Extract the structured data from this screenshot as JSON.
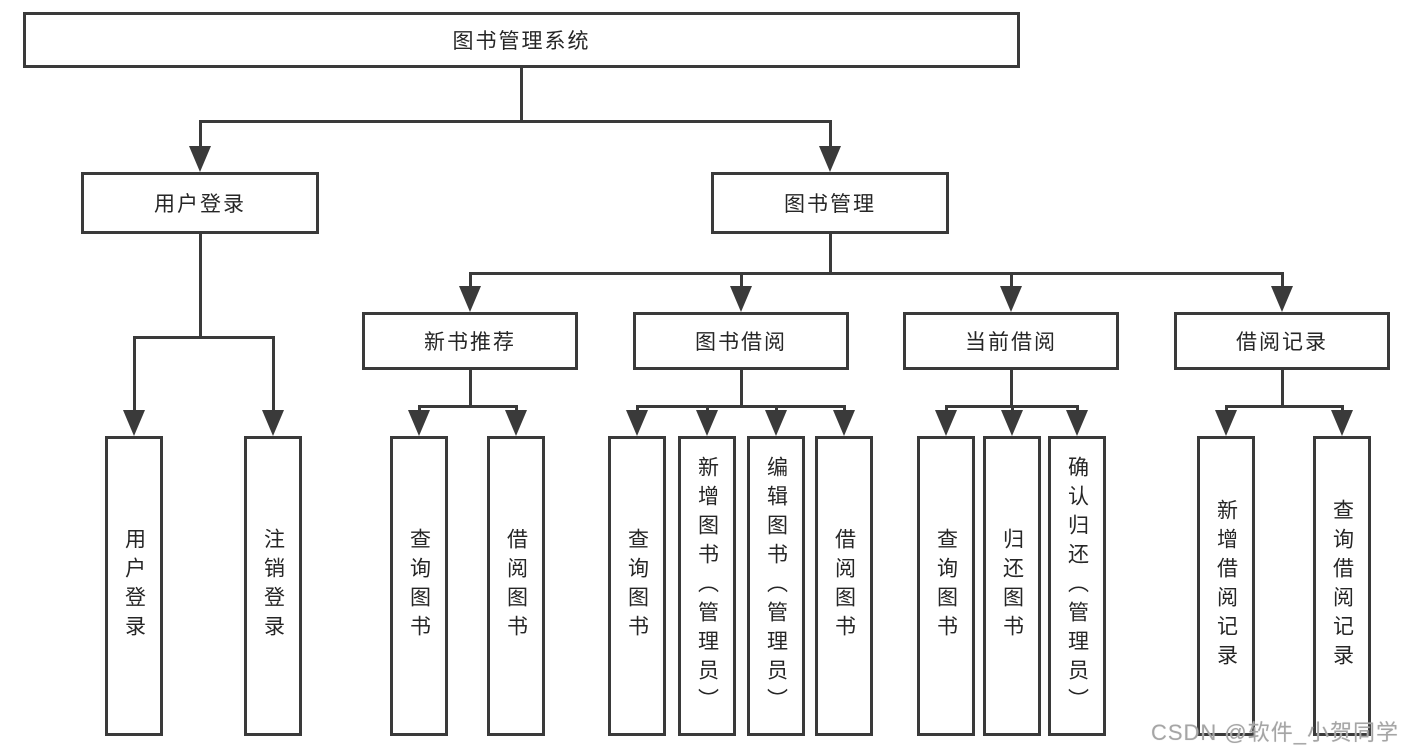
{
  "diagram": {
    "type": "hierarchy-tree",
    "colors": {
      "line": "#3a3a3a",
      "border": "#3a3a3a",
      "text": "#262626",
      "watermark": "#a5a5a5",
      "background": "#ffffff"
    },
    "nodes": {
      "root": "图书管理系统",
      "level2": {
        "user_login": "用户登录",
        "book_mgmt": "图书管理"
      },
      "level3": {
        "new_book_rec": "新书推荐",
        "book_borrow": "图书借阅",
        "current_borrow": "当前借阅",
        "borrow_records": "借阅记录"
      },
      "level4": {
        "user_login_children": [
          "用户登录",
          "注销登录"
        ],
        "new_book_rec_children": [
          "查询图书",
          "借阅图书"
        ],
        "book_borrow_children": [
          "查询图书",
          "新增图书（管理员）",
          "编辑图书（管理员）",
          "借阅图书"
        ],
        "current_borrow_children": [
          "查询图书",
          "归还图书",
          "确认归还（管理员）"
        ],
        "borrow_records_children": [
          "新增借阅记录",
          "查询借阅记录"
        ]
      }
    },
    "watermark": "CSDN @软件_小贺同学"
  }
}
